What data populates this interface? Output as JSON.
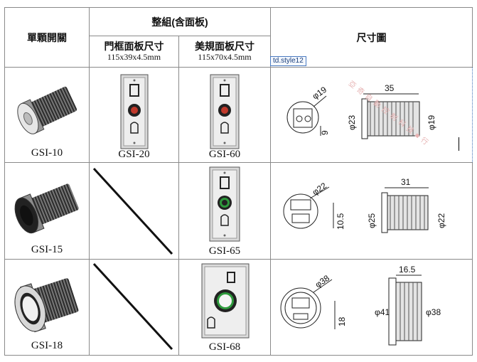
{
  "header": {
    "single_switch": "單顆開關",
    "combo": "整組(含面板)",
    "door_frame_panel": "門框面板尺寸",
    "door_frame_dim": "115x39x4.5mm",
    "standard_panel": "美規面板尺寸",
    "standard_dim": "115x70x4.5mm",
    "dimension_drawing": "尺寸圖"
  },
  "style_tag": "td.style12",
  "rows": [
    {
      "switch_model": "GSI-10",
      "frame_model": "GSI-20",
      "standard_model": "GSI-60",
      "dims": {
        "front_dia": "φ19",
        "front_height": "9",
        "side_length": "35",
        "side_dia_left": "φ23",
        "side_dia_right": "φ19"
      }
    },
    {
      "switch_model": "GSI-15",
      "frame_model": "",
      "standard_model": "GSI-65",
      "dims": {
        "front_dia": "φ22",
        "front_height": "10.5",
        "side_length": "31",
        "side_dia_left": "φ25",
        "side_dia_right": "φ22"
      }
    },
    {
      "switch_model": "GSI-18",
      "frame_model": "",
      "standard_model": "GSI-68",
      "dims": {
        "front_dia": "φ38",
        "front_height": "18",
        "side_length": "16.5",
        "side_dia_left": "φ41",
        "side_dia_right": "φ38"
      }
    }
  ],
  "watermark": "亞 奇 自 動 控 制 科 技 ■ 行",
  "colors": {
    "border": "#8a8a8a",
    "style_tag_border": "#4a7ac0",
    "watermark": "#e6b2b2",
    "led_red": "#c0392b",
    "led_green": "#2e9a3c"
  }
}
